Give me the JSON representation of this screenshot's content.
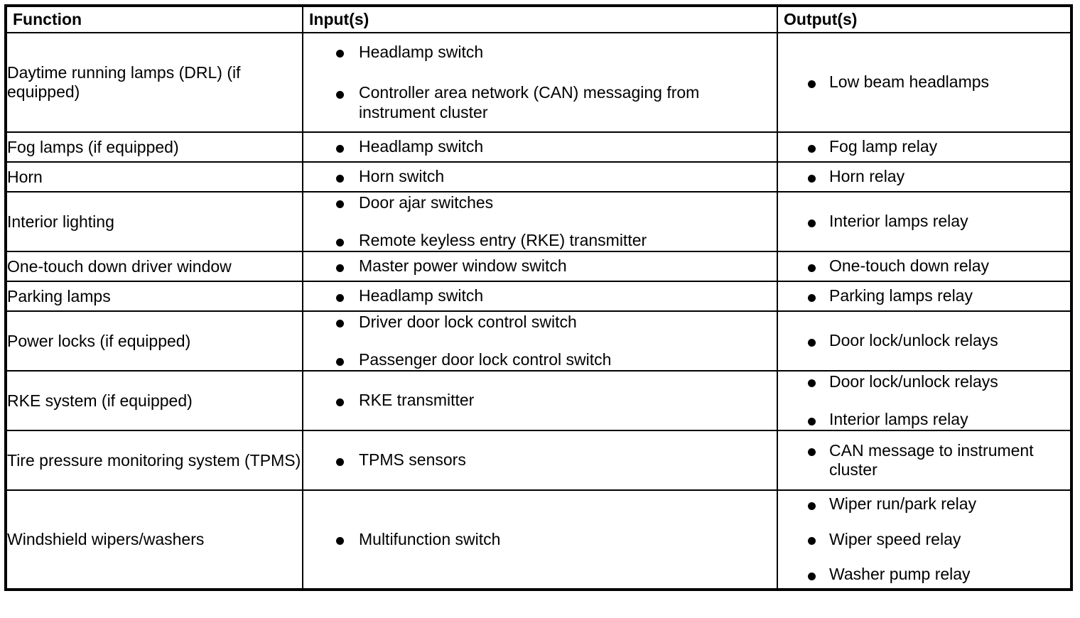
{
  "table": {
    "columns": [
      {
        "key": "function",
        "label": "Function"
      },
      {
        "key": "inputs",
        "label": "Input(s)"
      },
      {
        "key": "outputs",
        "label": "Output(s)"
      }
    ],
    "rows": [
      {
        "function": "Daytime running lamps (DRL) (if equipped)",
        "inputs": [
          "Headlamp switch",
          "Controller area network (CAN) messaging from instrument cluster"
        ],
        "outputs": [
          "Low beam headlamps"
        ]
      },
      {
        "function": "Fog lamps (if equipped)",
        "inputs": [
          "Headlamp switch"
        ],
        "outputs": [
          "Fog lamp relay"
        ]
      },
      {
        "function": "Horn",
        "inputs": [
          "Horn switch"
        ],
        "outputs": [
          "Horn relay"
        ]
      },
      {
        "function": "Interior lighting",
        "inputs": [
          "Door ajar switches",
          "Remote keyless entry (RKE) transmitter"
        ],
        "outputs": [
          "Interior lamps relay"
        ]
      },
      {
        "function": "One-touch down driver window",
        "inputs": [
          "Master power window switch"
        ],
        "outputs": [
          "One-touch down relay"
        ]
      },
      {
        "function": "Parking lamps",
        "inputs": [
          "Headlamp switch"
        ],
        "outputs": [
          "Parking lamps relay"
        ]
      },
      {
        "function": "Power locks (if equipped)",
        "inputs": [
          "Driver door lock control switch",
          "Passenger door lock control switch"
        ],
        "outputs": [
          "Door lock/unlock relays"
        ]
      },
      {
        "function": "RKE system (if equipped)",
        "inputs": [
          "RKE transmitter"
        ],
        "outputs": [
          "Door lock/unlock relays",
          "Interior lamps relay"
        ]
      },
      {
        "function": "Tire pressure monitoring system (TPMS)",
        "inputs": [
          "TPMS sensors"
        ],
        "outputs": [
          "CAN message to instrument cluster"
        ]
      },
      {
        "function": "Windshield wipers/washers",
        "inputs": [
          "Multifunction switch"
        ],
        "outputs": [
          "Wiper run/park relay",
          "Wiper speed relay",
          "Washer pump relay"
        ]
      }
    ]
  },
  "style": {
    "text_color": "#000000",
    "border_color": "#000000",
    "background_color": "#ffffff",
    "bullet_glyph": "bullet-marker"
  }
}
